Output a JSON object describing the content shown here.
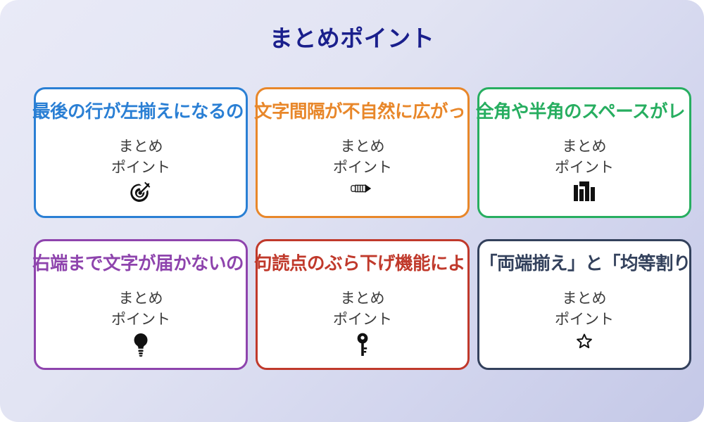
{
  "slide": {
    "title": "まとめポイント",
    "title_color": "#1a1f8c",
    "background_from": "#e9eaf7",
    "background_to": "#c4c8e7"
  },
  "cards": [
    {
      "headline": "最後の行が左揃えになるの",
      "body_line1": "まとめ",
      "body_line2": "ポイント",
      "icon": "dart-target-icon",
      "accent": "#2a7fd4",
      "overflow": true
    },
    {
      "headline": "文字間隔が不自然に広がっ",
      "body_line1": "まとめ",
      "body_line2": "ポイント",
      "icon": "pencil-icon",
      "accent": "#e8872a",
      "overflow": true
    },
    {
      "headline": "全角や半角のスペースがレ",
      "body_line1": "まとめ",
      "body_line2": "ポイント",
      "icon": "bar-chart-icon",
      "accent": "#27ae60",
      "overflow": true
    },
    {
      "headline": "右端まで文字が届かないの",
      "body_line1": "まとめ",
      "body_line2": "ポイント",
      "icon": "lightbulb-icon",
      "accent": "#8e44ad",
      "overflow": true
    },
    {
      "headline": "句読点のぶら下げ機能によ",
      "body_line1": "まとめ",
      "body_line2": "ポイント",
      "icon": "key-icon",
      "accent": "#c0392b",
      "overflow": true
    },
    {
      "headline": "「両端揃え」と「均等割り",
      "body_line1": "まとめ",
      "body_line2": "ポイント",
      "icon": "star-icon",
      "accent": "#33415c",
      "overflow": false
    }
  ]
}
